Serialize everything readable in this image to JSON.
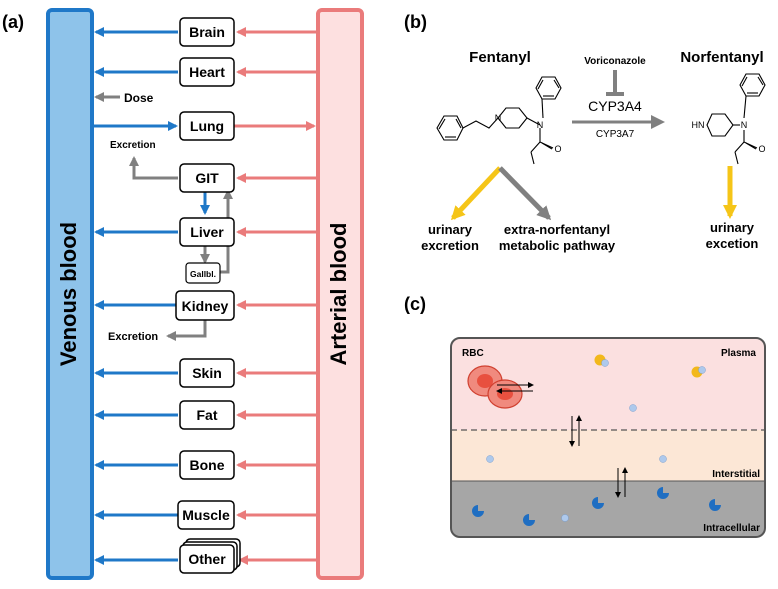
{
  "panel_a": {
    "label": "(a)",
    "venous": "Venous blood",
    "arterial": "Arterial blood",
    "organs": [
      "Brain",
      "Heart",
      "Lung",
      "GIT",
      "Liver",
      "Gallbl.",
      "Kidney",
      "Skin",
      "Fat",
      "Bone",
      "Muscle",
      "Other"
    ],
    "dose": "Dose",
    "excretion": "Excretion",
    "colors": {
      "venous": "#1f78c8",
      "venous_fill": "#8ec3ea",
      "arterial": "#ea7b7b",
      "arterial_fill": "#fde0e0",
      "grey": "#808080"
    }
  },
  "panel_b": {
    "label": "(b)",
    "parent": "Fentanyl",
    "metabolite": "Norfentanyl",
    "inhibitor": "Voriconazole",
    "enzyme_major": "CYP3A4",
    "enzyme_minor": "CYP3A7",
    "outputs": [
      "urinary",
      "excretion",
      "extra-norfentanyl",
      "metabolic pathway",
      "urinary",
      "excetion"
    ],
    "atoms": [
      "N",
      "N",
      "O",
      "HN",
      "N",
      "O"
    ],
    "colors": {
      "yellow": "#f5c518",
      "grey": "#808080"
    }
  },
  "panel_c": {
    "label": "(c)",
    "compartments": [
      "RBC",
      "Plasma",
      "Interstitial",
      "Intracellular"
    ],
    "colors": {
      "plasma": "#fbe0e0",
      "interstitial": "#fce7d6",
      "intracellular": "#a6a6a6",
      "drug": "#aec9ec",
      "protein": "#f2b81c",
      "receptor": "#1f6ec2",
      "rbc": "#e8503f"
    }
  }
}
